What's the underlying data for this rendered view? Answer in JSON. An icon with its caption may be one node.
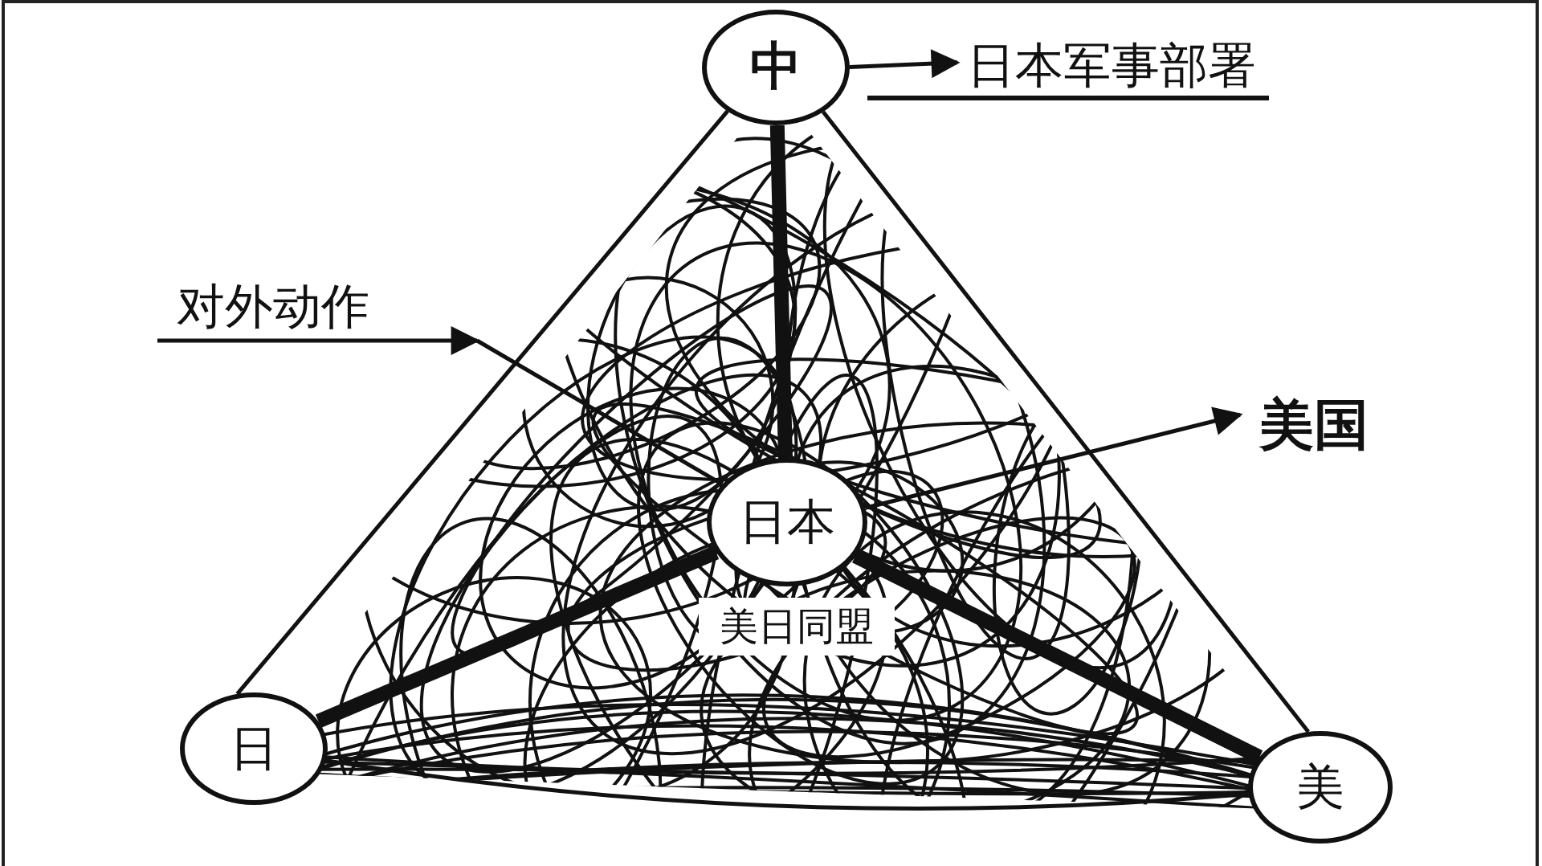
{
  "diagram": {
    "nodes": [
      {
        "text": [
          "中"
        ]
      },
      {
        "text": [
          "日"
        ]
      },
      {
        "text": [
          "美"
        ]
      },
      {
        "text": [
          "日本"
        ],
        "beside": [
          "美日同盟"
        ]
      },
      {
        "text": [
          "日本军事部署"
        ]
      },
      {
        "text": [
          "对外动作"
        ]
      },
      {
        "text": [
          "美国"
        ]
      }
    ],
    "edges": [
      {
        "from": 0,
        "to": 4,
        "arrow": "to"
      },
      {
        "from": 5,
        "to": null,
        "arrow": "to"
      },
      {
        "from": null,
        "to": 3,
        "arrow": "none"
      },
      {
        "from": 3,
        "to": 6,
        "arrow": "to"
      },
      {
        "from": 0,
        "to": 3,
        "arrow": "none",
        "style": "thick"
      },
      {
        "from": 1,
        "to": 3,
        "arrow": "none",
        "style": "thick"
      },
      {
        "from": 2,
        "to": 3,
        "arrow": "none",
        "style": "thick"
      },
      {
        "from": 0,
        "to": 1,
        "arrow": "none"
      },
      {
        "from": 0,
        "to": 2,
        "arrow": "none"
      },
      {
        "from": 1,
        "to": 2,
        "arrow": "none"
      }
    ]
  }
}
